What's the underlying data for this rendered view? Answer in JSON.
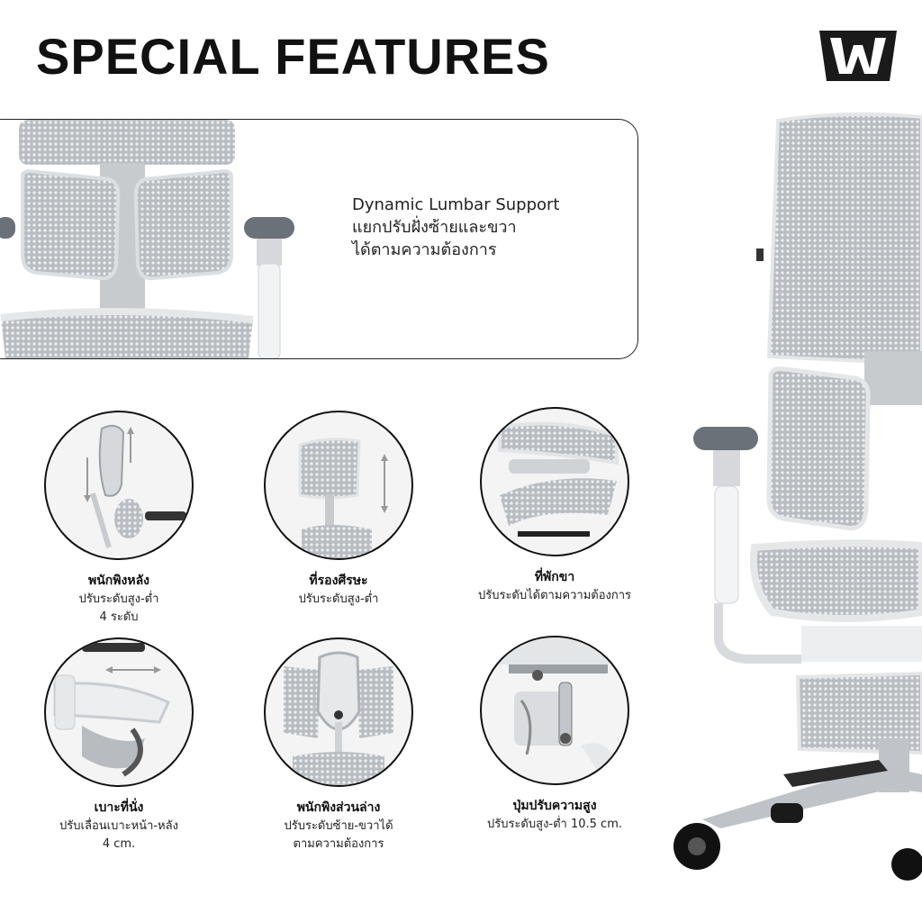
{
  "title": "SPECIAL FEATURES",
  "logo": {
    "icon": "brand-logo-icon"
  },
  "lumbar": {
    "line1": "Dynamic Lumbar Support",
    "line2": "แยกปรับฝั่งซ้ายและขวา",
    "line3": "ได้ตามความต้องการ"
  },
  "features": [
    {
      "title": "พนักพิงหลัง",
      "desc1": "ปรับระดับสูง-ต่ำ",
      "desc2": "4 ระดับ"
    },
    {
      "title": "ที่รองศีรษะ",
      "desc1": "ปรับระดับสูง-ต่ำ",
      "desc2": ""
    },
    {
      "title": "ที่พักขา",
      "desc1": "ปรับระดับได้ตามความต้องการ",
      "desc2": ""
    },
    {
      "title": "เบาะที่นั่ง",
      "desc1": "ปรับเลื่อนเบาะหน้า-หลัง",
      "desc2": "4 cm."
    },
    {
      "title": "พนักพิงส่วนล่าง",
      "desc1": "ปรับระดับซ้าย-ขวาได้",
      "desc2": "ตามความต้องการ"
    },
    {
      "title": "ปุ่มปรับความสูง",
      "desc1": "ปรับระดับสูง-ต่ำ 10.5 cm.",
      "desc2": ""
    }
  ],
  "colors": {
    "mesh": "#a9adb2",
    "frame": "#e9eaec",
    "metal": "#c8cbce",
    "dark": "#1a1a1a"
  }
}
